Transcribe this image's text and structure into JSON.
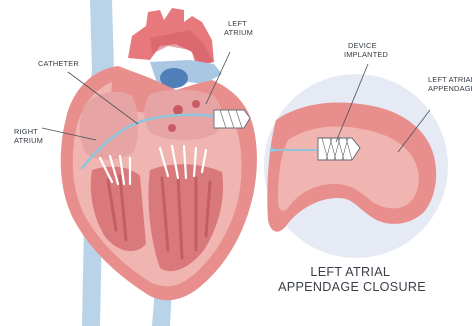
{
  "labels": {
    "left_atrium": [
      "LEFT",
      "ATRIUM"
    ],
    "catheter": "CATHETER",
    "right_atrium": [
      "RIGHT",
      "ATRIUM"
    ],
    "device_implanted": [
      "DEVICE",
      "IMPLANTED"
    ],
    "left_atrial_appendage": [
      "LEFT ATRIAL",
      "APPENDAGE"
    ]
  },
  "title": [
    "LEFT ATRIAL",
    "APPENDAGE CLOSURE"
  ],
  "colors": {
    "vein_blue": "#b9d3e8",
    "aorta_red": "#e7787c",
    "heart_outer": "#e88f8e",
    "heart_inner": "#f0b5b1",
    "chamber_dark": "#d76c70",
    "catheter": "#8ec6de",
    "zoom_circle": "#e6eaf4"
  }
}
